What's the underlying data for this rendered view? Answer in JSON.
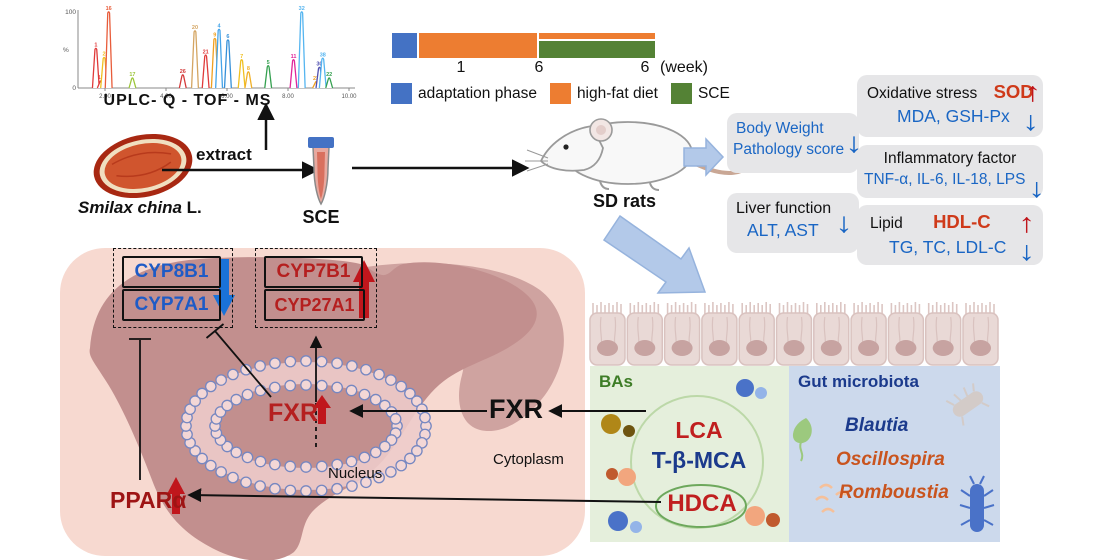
{
  "chart_data": {
    "type": "line",
    "title": "UPLC- Q - TOF - MS",
    "x_ticks": [
      "2.00",
      "4.00",
      "6.00",
      "8.00",
      "10.00"
    ],
    "y_ticks": [
      "100",
      "0"
    ],
    "y_unit": "%",
    "ylim": [
      0,
      100
    ],
    "legend_position": "none",
    "peaks": [
      {
        "label": "1",
        "rt": 1.7,
        "height": 52,
        "color": "#e03a3a"
      },
      {
        "label": "13",
        "rt": 1.86,
        "height": 9,
        "color": "#e03a3a"
      },
      {
        "label": "2",
        "rt": 1.97,
        "height": 40,
        "color": "#f0c020"
      },
      {
        "label": "16",
        "rt": 2.12,
        "height": 100,
        "color": "#e85c3a"
      },
      {
        "label": "17",
        "rt": 2.9,
        "height": 13,
        "color": "#9cc53a"
      },
      {
        "label": "26",
        "rt": 4.55,
        "height": 17,
        "color": "#d43a3a"
      },
      {
        "label": "20",
        "rt": 4.95,
        "height": 75,
        "color": "#d4a562"
      },
      {
        "label": "21",
        "rt": 5.3,
        "height": 43,
        "color": "#e03a3a"
      },
      {
        "label": "9",
        "rt": 5.6,
        "height": 65,
        "color": "#f0a020"
      },
      {
        "label": "4",
        "rt": 5.74,
        "height": 77,
        "color": "#45a4e8"
      },
      {
        "label": "6",
        "rt": 6.03,
        "height": 63,
        "color": "#3590d8"
      },
      {
        "label": "7",
        "rt": 6.48,
        "height": 37,
        "color": "#f0c020"
      },
      {
        "label": "8",
        "rt": 6.7,
        "height": 21,
        "color": "#f0b028"
      },
      {
        "label": "5",
        "rt": 7.35,
        "height": 29,
        "color": "#35a050"
      },
      {
        "label": "11",
        "rt": 8.18,
        "height": 37,
        "color": "#e0259a"
      },
      {
        "label": "32",
        "rt": 8.45,
        "height": 100,
        "color": "#55b5f0"
      },
      {
        "label": "23",
        "rt": 8.92,
        "height": 8,
        "color": "#f0a020"
      },
      {
        "label": "30",
        "rt": 9.03,
        "height": 27,
        "color": "#5050b0"
      },
      {
        "label": "38",
        "rt": 9.14,
        "height": 39,
        "color": "#55b5f0"
      },
      {
        "label": "22",
        "rt": 9.35,
        "height": 13,
        "color": "#35a050"
      }
    ]
  },
  "workflow": {
    "source_name_italic": "Smilax china",
    "source_name_suffix": " L.",
    "extract_label": "extract",
    "tube_label": "SCE",
    "rats_label": "SD rats"
  },
  "timeline": {
    "mark1": "1",
    "mark2": "6",
    "mark3": "6",
    "unit": "(week)",
    "legend": [
      {
        "label": "adaptation phase",
        "color": "#4472c4"
      },
      {
        "label": "high-fat diet",
        "color": "#ed7d31"
      },
      {
        "label": "SCE",
        "color": "#548235"
      }
    ]
  },
  "icons": {
    "up_arrow": "↑",
    "down_arrow": "↓"
  },
  "outcomes": {
    "body": {
      "line1": "Body Weight",
      "line2": "Pathology score"
    },
    "liver_fn": {
      "title": "Liver function",
      "down_items": "ALT, AST"
    },
    "oxidative": {
      "title": "Oxidative stress",
      "up_item": "SOD",
      "down_items": "MDA, GSH-Px"
    },
    "inflammatory": {
      "title": "Inflammatory factor",
      "down_items": "TNF-α, IL-6, IL-18, LPS"
    },
    "lipid": {
      "title": "Lipid",
      "up_item": "HDL-C",
      "down_items": "TG, TC, LDL-C"
    }
  },
  "liver": {
    "box_down_gene1": "CYP8B1",
    "box_down_gene2": "CYP7A1",
    "box_up_gene1": "CYP7B1",
    "box_up_gene2": "CYP27A1",
    "fxr_nucleus": "FXR",
    "nucleus_label": "Nucleus",
    "fxr_cytoplasm": "FXR",
    "cytoplasm_label": "Cytoplasm",
    "ppara": "PPARα"
  },
  "gut": {
    "bas_label": "BAs",
    "microbiota_label": "Gut microbiota",
    "lca": "LCA",
    "tbmca": "T-β-MCA",
    "hdca": "HDCA",
    "genera": [
      {
        "name": "Blautia",
        "color": "#1b3a8c"
      },
      {
        "name": "Oscillospira",
        "color": "#c9541e"
      },
      {
        "name": "Romboustia",
        "color": "#c9541e"
      }
    ]
  },
  "colors": {
    "blue_text": "#1a66c4",
    "red_text": "#b51f1f",
    "orange_red": "#cf3a1a",
    "panel_bg": "#e6e6e8",
    "adaptation_blue": "#4472c4",
    "hfd_orange": "#ed7d31",
    "sce_green": "#548235",
    "liver_pink": "#f7d9d0",
    "liver_dark": "#c28f8e",
    "bas_panel": "#e5efdc",
    "microbiota_panel": "#ccd9ec"
  }
}
